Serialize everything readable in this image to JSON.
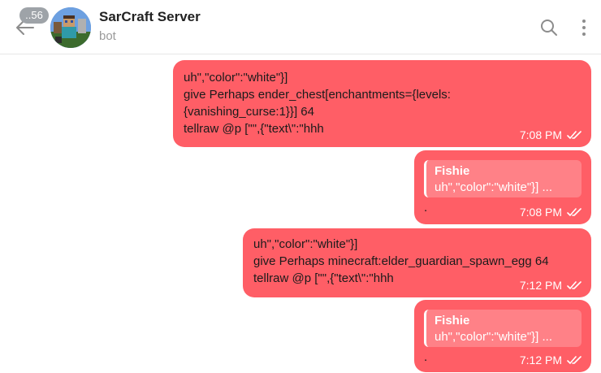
{
  "header": {
    "back_icon": "arrow-left-icon",
    "unread_badge": "..56",
    "title": "SarCraft Server",
    "subtitle": "bot",
    "search_icon": "search-icon",
    "more_icon": "more-vertical-icon"
  },
  "messages": [
    {
      "text": "uh\",\"color\":\"white\"}]\ngive Perhaps ender_chest[enchantments={levels:\n{vanishing_curse:1}}] 64\ntellraw @p [\"\",{\"text\\\":\"hhh",
      "time": "7:08 PM",
      "status": "read"
    },
    {
      "reply_name": "Fishie",
      "reply_text": "uh\",\"color\":\"white\"}] ...",
      "text": ".",
      "time": "7:08 PM",
      "status": "read"
    },
    {
      "text": "uh\",\"color\":\"white\"}]\ngive Perhaps minecraft:elder_guardian_spawn_egg 64\ntellraw @p [\"\",{\"text\\\":\"hhh",
      "time": "7:12 PM",
      "status": "read"
    },
    {
      "reply_name": "Fishie",
      "reply_text": "uh\",\"color\":\"white\"}] ...",
      "text": ".",
      "time": "7:12 PM",
      "status": "read"
    }
  ],
  "colors": {
    "bubble": "#ff5e66",
    "badge": "#9ea3a8",
    "meta_text": "#ffffff"
  }
}
